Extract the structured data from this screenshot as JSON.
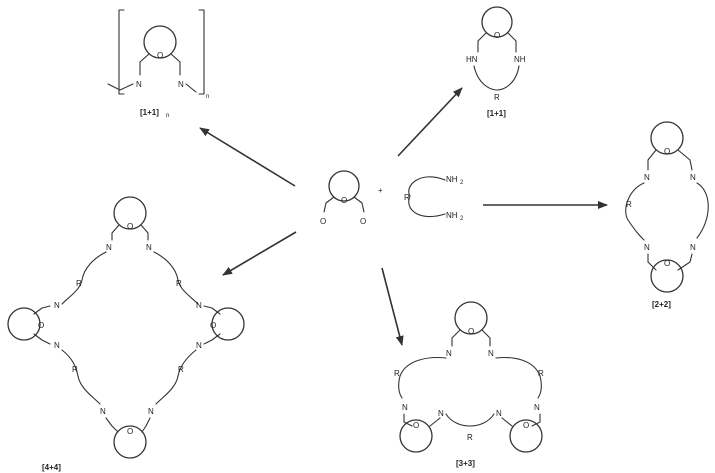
{
  "labels": {
    "polymer": "[1+1]",
    "polymer_sub": "n",
    "top_right": "[1+1]",
    "right": "[2+2]",
    "bottom": "[3+3]",
    "left": "[4+4]"
  },
  "atoms": {
    "O": "O",
    "N": "N",
    "R": "R",
    "HN": "HN",
    "NH": "NH",
    "NH2": "NH",
    "two": "2",
    "n": "n",
    "plus": "+"
  }
}
